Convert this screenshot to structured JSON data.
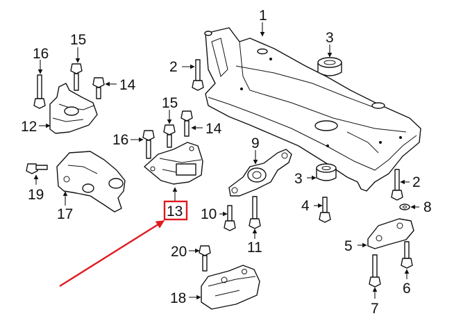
{
  "diagram": {
    "callouts": [
      {
        "id": "c1",
        "text": "1"
      },
      {
        "id": "c2a",
        "text": "2"
      },
      {
        "id": "c2b",
        "text": "2"
      },
      {
        "id": "c3a",
        "text": "3"
      },
      {
        "id": "c3b",
        "text": "3"
      },
      {
        "id": "c4",
        "text": "4"
      },
      {
        "id": "c5",
        "text": "5"
      },
      {
        "id": "c6",
        "text": "6"
      },
      {
        "id": "c7",
        "text": "7"
      },
      {
        "id": "c8",
        "text": "8"
      },
      {
        "id": "c9",
        "text": "9"
      },
      {
        "id": "c10",
        "text": "10"
      },
      {
        "id": "c11",
        "text": "11"
      },
      {
        "id": "c12",
        "text": "12"
      },
      {
        "id": "c13",
        "text": "13"
      },
      {
        "id": "c14a",
        "text": "14"
      },
      {
        "id": "c14b",
        "text": "14"
      },
      {
        "id": "c15a",
        "text": "15"
      },
      {
        "id": "c15b",
        "text": "15"
      },
      {
        "id": "c16a",
        "text": "16"
      },
      {
        "id": "c16b",
        "text": "16"
      },
      {
        "id": "c17",
        "text": "17"
      },
      {
        "id": "c18",
        "text": "18"
      },
      {
        "id": "c19",
        "text": "19"
      },
      {
        "id": "c20",
        "text": "20"
      }
    ],
    "highlight": {
      "callout": "13",
      "color": "#e0191e"
    },
    "pointer_arrow_color": "#e0191e"
  }
}
